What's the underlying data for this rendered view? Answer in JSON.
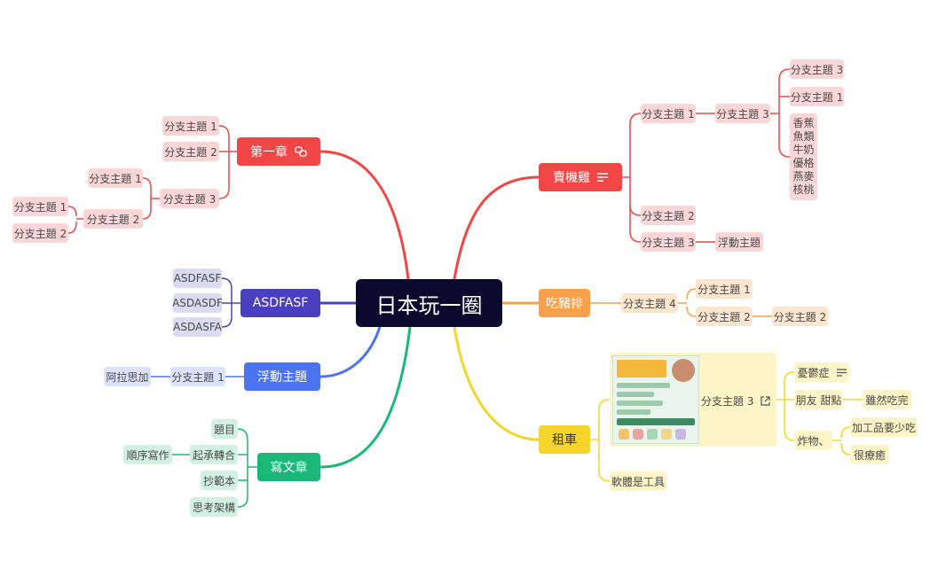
{
  "root": {
    "label": "日本玩一圈"
  },
  "colors": {
    "red": "#f04646",
    "orange": "#f8a04a",
    "yellow": "#f5d52a",
    "green": "#1ab877",
    "blue": "#4c74f1",
    "indigo": "#4a3fbf",
    "root": "#0a0a2e"
  },
  "vending": {
    "label": "賣機雞",
    "icon": "notes-icon",
    "sub1": {
      "label": "分支主題 1"
    },
    "sub1_3": {
      "label": "分支主題 3"
    },
    "sub1_3_3": {
      "label": "分支主題 3"
    },
    "sub1_3_1": {
      "label": "分支主題 1"
    },
    "list": [
      "香蕉",
      "魚類",
      "牛奶",
      "優格",
      "燕麥",
      "核桃"
    ],
    "sub2": {
      "label": "分支主題 2"
    },
    "sub3": {
      "label": "分支主題 3"
    },
    "floating": {
      "label": "浮動主題"
    }
  },
  "pork": {
    "label": "吃豬排",
    "sub4": {
      "label": "分支主題 4"
    },
    "sub4_1": {
      "label": "分支主題 1"
    },
    "sub4_2": {
      "label": "分支主題 2"
    },
    "sub4_2_2": {
      "label": "分支主題 2"
    }
  },
  "car": {
    "label": "租車",
    "card_label": "分支主題 3",
    "card_icon": "external-link-icon",
    "depression": {
      "label": "憂鬱症",
      "icon": "notes-icon"
    },
    "friends": {
      "label": "朋友 甜點"
    },
    "finish": {
      "label": "雖然吃完"
    },
    "fried": {
      "label": "炸物、"
    },
    "processed": {
      "label": "加工品要少吃"
    },
    "addictive": {
      "label": "很療癒"
    },
    "software": {
      "label": "軟體是工具"
    }
  },
  "writing": {
    "label": "寫文章",
    "topic": {
      "label": "題目"
    },
    "structure": {
      "label": "起承轉合"
    },
    "order": {
      "label": "順序寫作"
    },
    "copy": {
      "label": "抄範本"
    },
    "framework": {
      "label": "思考架構"
    }
  },
  "floating_main": {
    "label": "浮動主題",
    "sub1": {
      "label": "分支主題 1"
    },
    "arabic": {
      "label": "阿拉思加"
    }
  },
  "asdf": {
    "label": "ASDFASF",
    "a1": {
      "label": "ASDFASF"
    },
    "a2": {
      "label": "ASDASDF"
    },
    "a3": {
      "label": "ASDASFA"
    }
  },
  "chapter": {
    "label": "第一章",
    "icon": "link-icon",
    "s1": {
      "label": "分支主題 1"
    },
    "s2": {
      "label": "分支主題 2"
    },
    "s3": {
      "label": "分支主題 3"
    },
    "s3_1": {
      "label": "分支主題 1"
    },
    "s3_2": {
      "label": "分支主題 2"
    },
    "s3_2_1": {
      "label": "分支主題 1"
    },
    "s3_2_2": {
      "label": "分支主題 2"
    }
  }
}
